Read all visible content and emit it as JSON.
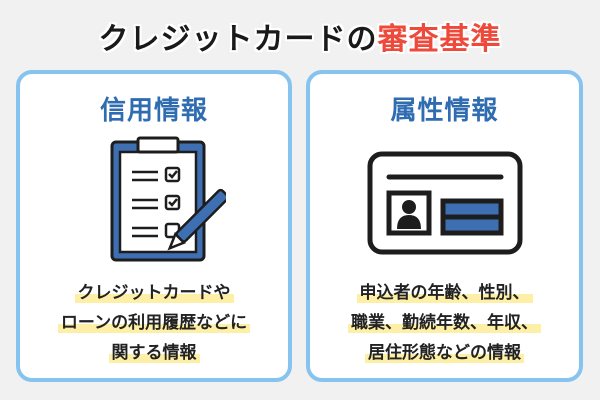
{
  "header": {
    "title_main": "クレジットカードの",
    "title_accent": "審査基準"
  },
  "panels": [
    {
      "title": "信用情報",
      "icon": "clipboard-checklist-icon",
      "lines": [
        "クレジットカードや",
        "ローンの利用履歴などに",
        "関する情報"
      ]
    },
    {
      "title": "属性情報",
      "icon": "id-card-icon",
      "lines": [
        "申込者の年齢、性別、",
        "職業、勤続年数、年収、",
        "居住形態などの情報"
      ]
    }
  ],
  "colors": {
    "accent_red": "#ee4a3b",
    "title_blue": "#2f6cb0",
    "border_blue": "#86c3ef",
    "highlight_yellow": "#fdf0a6"
  }
}
